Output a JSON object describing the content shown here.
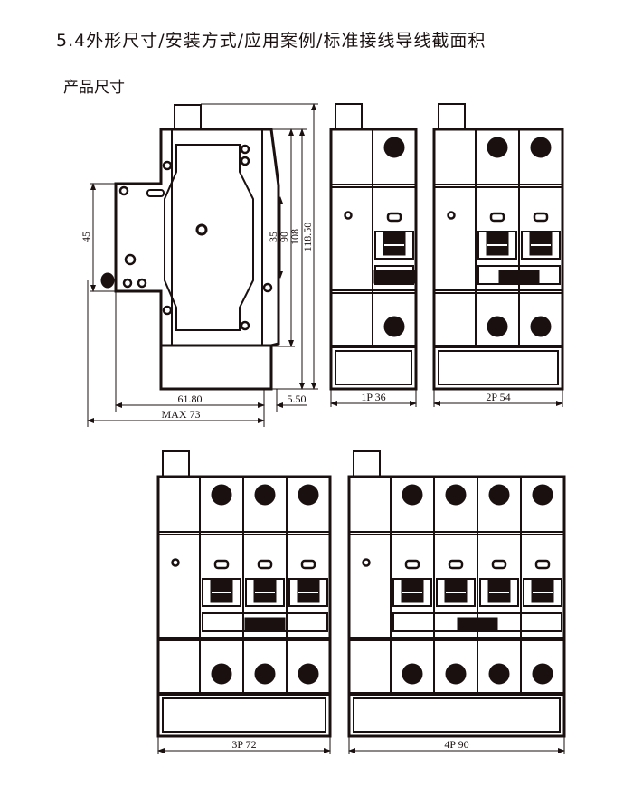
{
  "title": "5.4外形尺寸/安装方式/应用案例/标准接线导线截面积",
  "subtitle": "产品尺寸",
  "side_view": {
    "dims": {
      "d45": "45",
      "d35": "35",
      "d90": "90",
      "d108": "108",
      "d118": "118.50",
      "d61": "61.80",
      "d5": "5.50",
      "dmax": "MAX 73"
    }
  },
  "front_views": [
    {
      "label": "1P 36",
      "poles": 1
    },
    {
      "label": "2P 54",
      "poles": 2
    },
    {
      "label": "3P 72",
      "poles": 3
    },
    {
      "label": "4P 90",
      "poles": 4
    }
  ],
  "colors": {
    "ink": "#1a1010",
    "bg": "#ffffff"
  }
}
